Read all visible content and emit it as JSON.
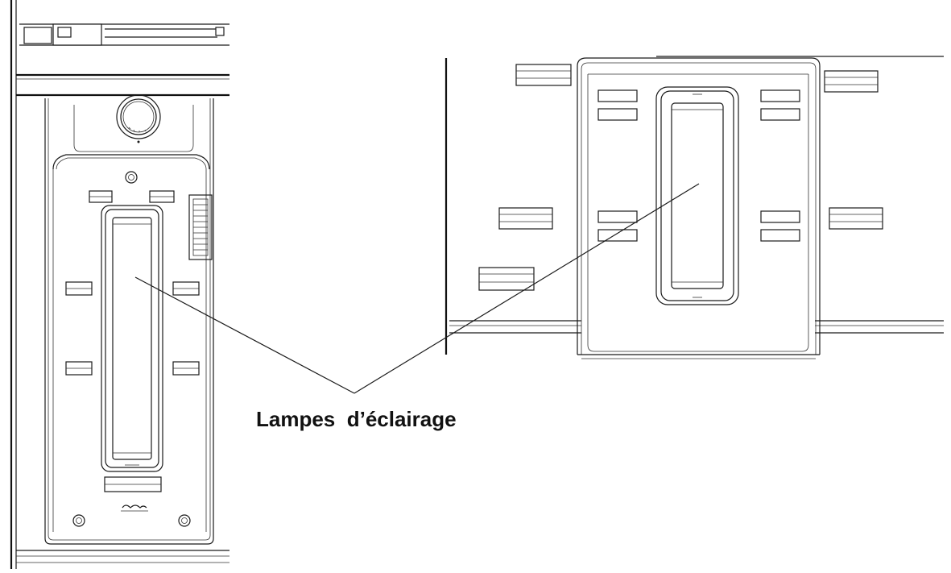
{
  "callout": {
    "label": "Lampes  d’éclairage"
  },
  "colors": {
    "line": "#1a1a1a",
    "background": "#ffffff",
    "text": "#111111"
  },
  "views": [
    {
      "name": "front-view",
      "description_icon": "refrigerator-panel-front"
    },
    {
      "name": "bottom-view",
      "description_icon": "refrigerator-panel-bottom"
    }
  ]
}
